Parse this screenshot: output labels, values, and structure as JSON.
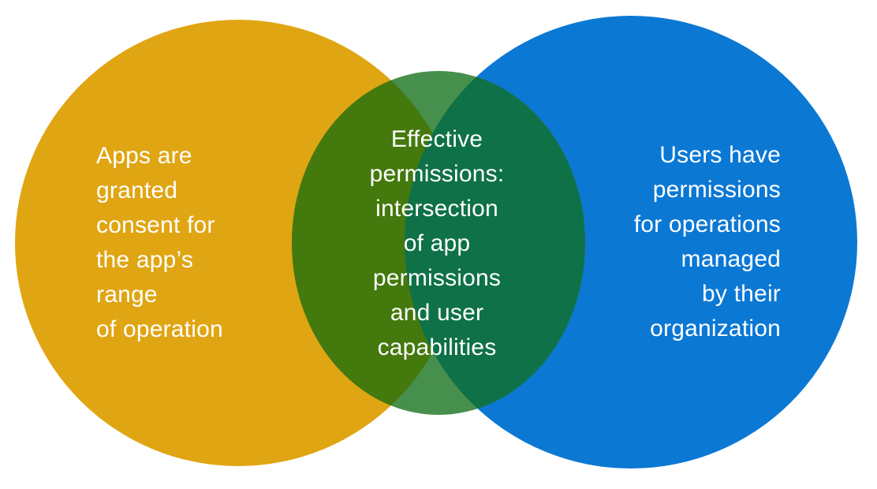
{
  "colors": {
    "app_circle": "#E0A512",
    "user_circle": "#0B78D4",
    "overlap_app_side": "#44790D",
    "overlap_user_side": "#0F7147",
    "overlap_center_only": "#478F4D",
    "text": "#FFFFFF"
  },
  "venn": {
    "app_circle": {
      "lines": [
        "Apps are",
        "granted",
        "consent for",
        "the app’s",
        "range",
        "of operation"
      ]
    },
    "effective_permissions": {
      "lines": [
        "Effective",
        "permissions:",
        "intersection",
        "of app",
        "permissions",
        "and user",
        "capabilities"
      ]
    },
    "user_circle": {
      "lines": [
        "Users have",
        "permissions",
        "for operations",
        "managed",
        "by their",
        "organization"
      ]
    }
  }
}
